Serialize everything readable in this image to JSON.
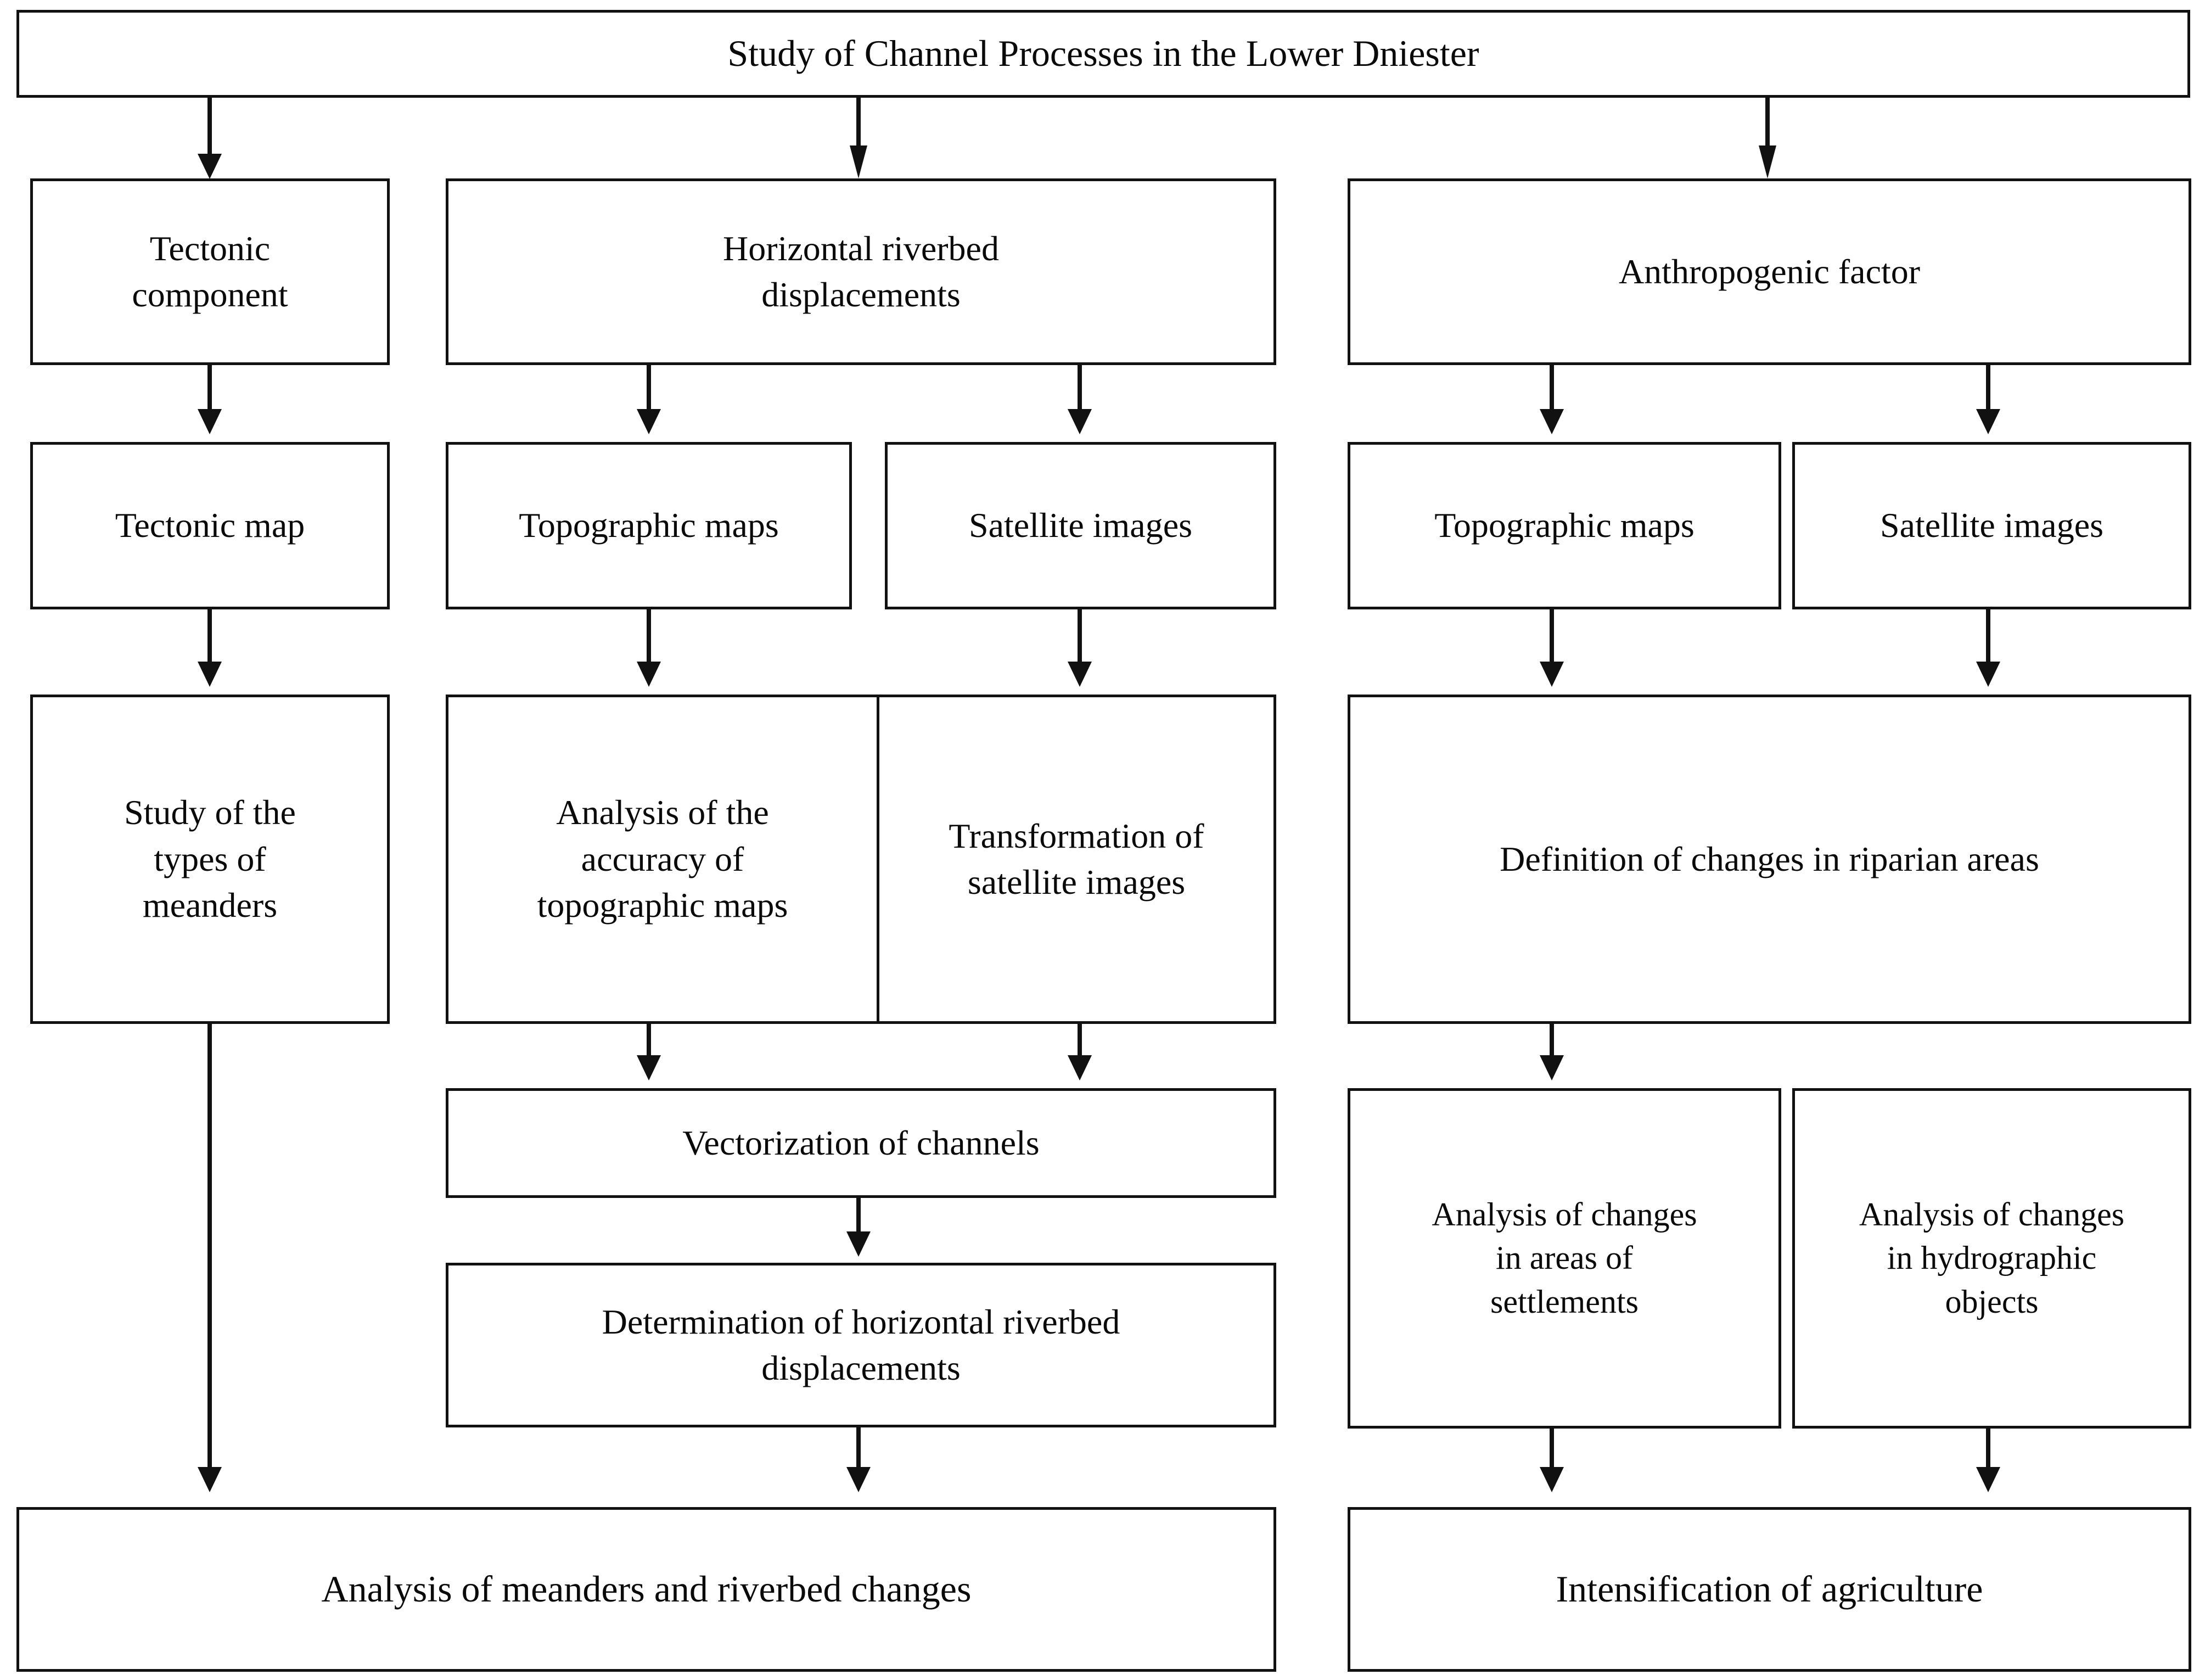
{
  "diagram": {
    "type": "flowchart",
    "title": "Study of Channel Processes in the Lower Dniester",
    "orientation": "top-down",
    "colors": {
      "stroke": "#111111",
      "fill": "#ffffff",
      "text": "#0a0a0a"
    },
    "nodes": {
      "root": "Study of Channel Processes in the Lower Dniester",
      "tectonic_component": "Tectonic\ncomponent",
      "tectonic_map": "Tectonic map",
      "study_meander_types": "Study of the\ntypes of\nmeanders",
      "horizontal_riverbed_displacements": "Horizontal riverbed\ndisplacements",
      "topographic_maps_mid": "Topographic maps",
      "satellite_images_mid": "Satellite images",
      "analysis_accuracy_topo_maps": "Analysis of the\naccuracy of\ntopographic maps",
      "transformation_satellite_images": "Transformation of\nsatellite  images",
      "vectorization_of_channels": "Vectorization of channels",
      "determination_horizontal_displacements": "Determination of horizontal riverbed\ndisplacements",
      "anthropogenic_factor": "Anthropogenic factor",
      "topographic_maps_right": "Topographic maps",
      "satellite_images_right": "Satellite images",
      "definition_changes_riparian": "Definition of changes in riparian areas",
      "analysis_changes_settlements": "Analysis of changes\nin areas of\nsettlements",
      "analysis_changes_hydrographic": "Analysis of changes\nin hydrographic\nobjects",
      "analysis_meanders_riverbed_changes": "Analysis of meanders and riverbed changes",
      "intensification_of_agriculture": "Intensification of agriculture"
    },
    "edges": [
      {
        "from": "root",
        "to": "tectonic_component"
      },
      {
        "from": "root",
        "to": "horizontal_riverbed_displacements"
      },
      {
        "from": "root",
        "to": "anthropogenic_factor"
      },
      {
        "from": "tectonic_component",
        "to": "tectonic_map"
      },
      {
        "from": "tectonic_map",
        "to": "study_meander_types"
      },
      {
        "from": "study_meander_types",
        "to": "analysis_meanders_riverbed_changes"
      },
      {
        "from": "horizontal_riverbed_displacements",
        "to": "topographic_maps_mid"
      },
      {
        "from": "horizontal_riverbed_displacements",
        "to": "satellite_images_mid"
      },
      {
        "from": "topographic_maps_mid",
        "to": "analysis_accuracy_topo_maps"
      },
      {
        "from": "satellite_images_mid",
        "to": "transformation_satellite_images"
      },
      {
        "from": "analysis_accuracy_topo_maps",
        "to": "vectorization_of_channels"
      },
      {
        "from": "transformation_satellite_images",
        "to": "vectorization_of_channels"
      },
      {
        "from": "vectorization_of_channels",
        "to": "determination_horizontal_displacements"
      },
      {
        "from": "determination_horizontal_displacements",
        "to": "analysis_meanders_riverbed_changes"
      },
      {
        "from": "anthropogenic_factor",
        "to": "topographic_maps_right"
      },
      {
        "from": "anthropogenic_factor",
        "to": "satellite_images_right"
      },
      {
        "from": "topographic_maps_right",
        "to": "definition_changes_riparian"
      },
      {
        "from": "satellite_images_right",
        "to": "definition_changes_riparian"
      },
      {
        "from": "definition_changes_riparian",
        "to": "analysis_changes_settlements"
      },
      {
        "from": "analysis_changes_settlements",
        "to": "intensification_of_agriculture"
      },
      {
        "from": "analysis_changes_hydrographic",
        "to": "intensification_of_agriculture"
      }
    ]
  }
}
